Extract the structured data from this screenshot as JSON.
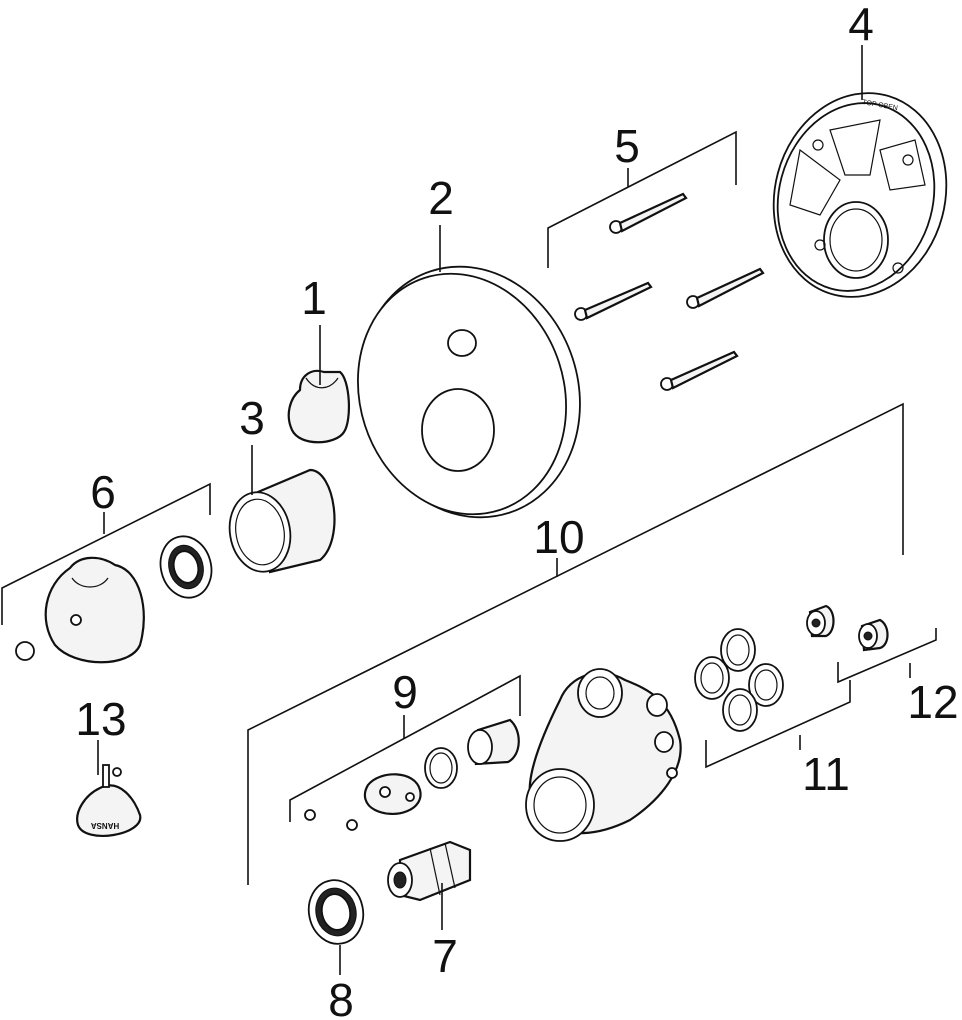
{
  "callouts": [
    {
      "id": "1",
      "text": "1"
    },
    {
      "id": "2",
      "text": "2"
    },
    {
      "id": "3",
      "text": "3"
    },
    {
      "id": "4",
      "text": "4"
    },
    {
      "id": "5",
      "text": "5"
    },
    {
      "id": "6",
      "text": "6"
    },
    {
      "id": "7",
      "text": "7"
    },
    {
      "id": "8",
      "text": "8"
    },
    {
      "id": "9",
      "text": "9"
    },
    {
      "id": "10",
      "text": "10"
    },
    {
      "id": "11",
      "text": "11"
    },
    {
      "id": "12",
      "text": "12"
    },
    {
      "id": "13",
      "text": "13"
    }
  ],
  "markings": {
    "mounting_ring_text": "TOP OBEN",
    "key_brand": "HANSA"
  }
}
